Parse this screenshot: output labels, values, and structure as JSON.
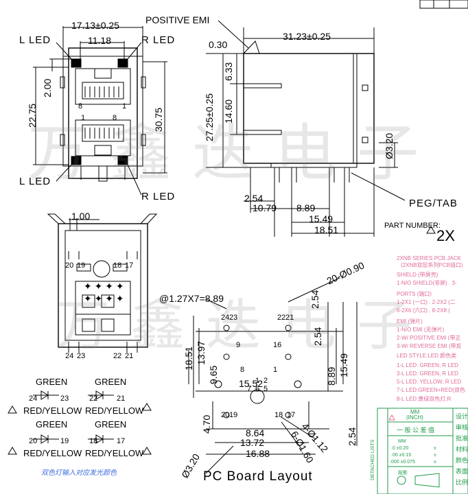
{
  "labels": {
    "l_led_top": "L  LED",
    "r_led_top": "R  LED",
    "l_led_bottom": "L  LED",
    "r_led_bottom": "R  LED",
    "positive_emi": "POSITIVE  EMI",
    "peg_tab": "PEG/TAB",
    "part_number": "PART NUMBER:",
    "part_prefix": "2X",
    "pc_board_layout": "PC  Board  Layout",
    "watermark_top": "万鑫迭电子",
    "watermark_bottom": "万鑫迭电子",
    "caption_cn": "双色灯输入对应发光颜色"
  },
  "dimensions": {
    "w_17_13": "17.13±0.25",
    "w_11_18": "11.18",
    "h_22_75": "22.75",
    "h_2_00": "2.00",
    "h_30_75": "30.75",
    "w_31_23": "31.23±0.25",
    "d_0_30": "0.30",
    "d_6_33": "6.33",
    "h_27_25": "27.25±0.25",
    "d_14_60": "14.60",
    "d_3_20": "Ø3.20",
    "d_2_54_side": "2.54",
    "d_10_79": "10.79",
    "d_8_89_side": "8.89",
    "d_15_49_side": "15.49",
    "d_18_51_side": "18.51",
    "d_1_00": "1.00",
    "pitch": "@1.27X7=8.89",
    "d_20_090": "20-Ø0.90",
    "d_2_54_a": "2.54",
    "d_2_54_b": "2.54",
    "d_18_51": "18.51",
    "d_13_97": "13.97",
    "d_9_65": "9.65",
    "d_15_52": "15.52",
    "d_8_89": "8.89",
    "d_15_49": "15.49",
    "d_4_70": "4.70",
    "d_8_64": "8.64",
    "d_13_72": "13.72",
    "d_16_88": "16.88",
    "d_2_54_c": "2.54",
    "d_4_112": "4-Ø1.12",
    "d_6_160": "6-Ø1.60"
  },
  "pins": {
    "p8_top": "8",
    "p1_top": "1",
    "p1_bot": "1",
    "p8_bot": "8",
    "p20": "20",
    "p19": "19",
    "p18": "18",
    "p17": "17",
    "p24": "24",
    "p23": "23",
    "p22": "22",
    "p21": "21",
    "l24": "24",
    "l23": "23",
    "l22": "22",
    "l21": "21",
    "l20": "20",
    "l19": "19",
    "l18": "18",
    "l17": "17",
    "l9": "9",
    "l16": "16",
    "l8": "8",
    "l1": "1",
    "n1": "1",
    "n2": "2",
    "n7": "7",
    "n6": "6",
    "n5": "5"
  },
  "led_legend": [
    {
      "top": "GREEN",
      "left": "24",
      "right": "23",
      "bottom": "RED/YELLOW"
    },
    {
      "top": "GREEN",
      "left": "22",
      "right": "21",
      "bottom": "RED/YELLOW"
    },
    {
      "top": "GREEN",
      "left": "20",
      "right": "19",
      "bottom": "RED/YELLOW"
    },
    {
      "top": "GREEN",
      "left": "18",
      "right": "17",
      "bottom": "RED/YELLOW"
    }
  ],
  "spec_lines": [
    "2XNB SERIES PCB JACK",
    "(2XNB双层系列PCB插口)",
    "SHIELD (带屏壳)",
    "1-N/O SHIELD(非屏) . 3-",
    "PORTS (端口)",
    "1-2X1 (一口) . 2-2X2 (二",
    "6-2X6 (六口) . 8-2X8 (",
    "EMI (弹片)",
    "1-N/O EMI (无弹片)",
    "2-W/ POSITIVE EMI (带正",
    "3-W/ REVERSE EMI (带反",
    "LED STYLE:LED 颜色类",
    "1-L LED: GREEN, R LED",
    "3-L LED: GREEN, R LED",
    "5-L LED: YELLOW, R LED",
    "7-L LED:GREEN+RED(双色",
    "8-L LED:黄绿双色灯,R"
  ],
  "table": {
    "header_mm": "MM",
    "header_inch": "(INCH)",
    "header_tol": "一 般 公 差 值",
    "side_label": "DETACHED LISTS",
    "rows": [
      {
        "a": "MM",
        "b": ""
      },
      {
        "a": ".0  ±0.20",
        "b": "±"
      },
      {
        "a": ".00  ±0.15",
        "b": "±"
      },
      {
        "a": ".000 ±0.075",
        "b": "±"
      }
    ],
    "projection": "投影",
    "right_col": [
      "设计",
      "审核",
      "批准",
      "材料",
      "颜色",
      "表面",
      "比例"
    ]
  },
  "colors": {
    "line": "#000000",
    "pink": "#e06a9a",
    "green": "#1e9b4a",
    "blue": "#3b6ae0"
  }
}
